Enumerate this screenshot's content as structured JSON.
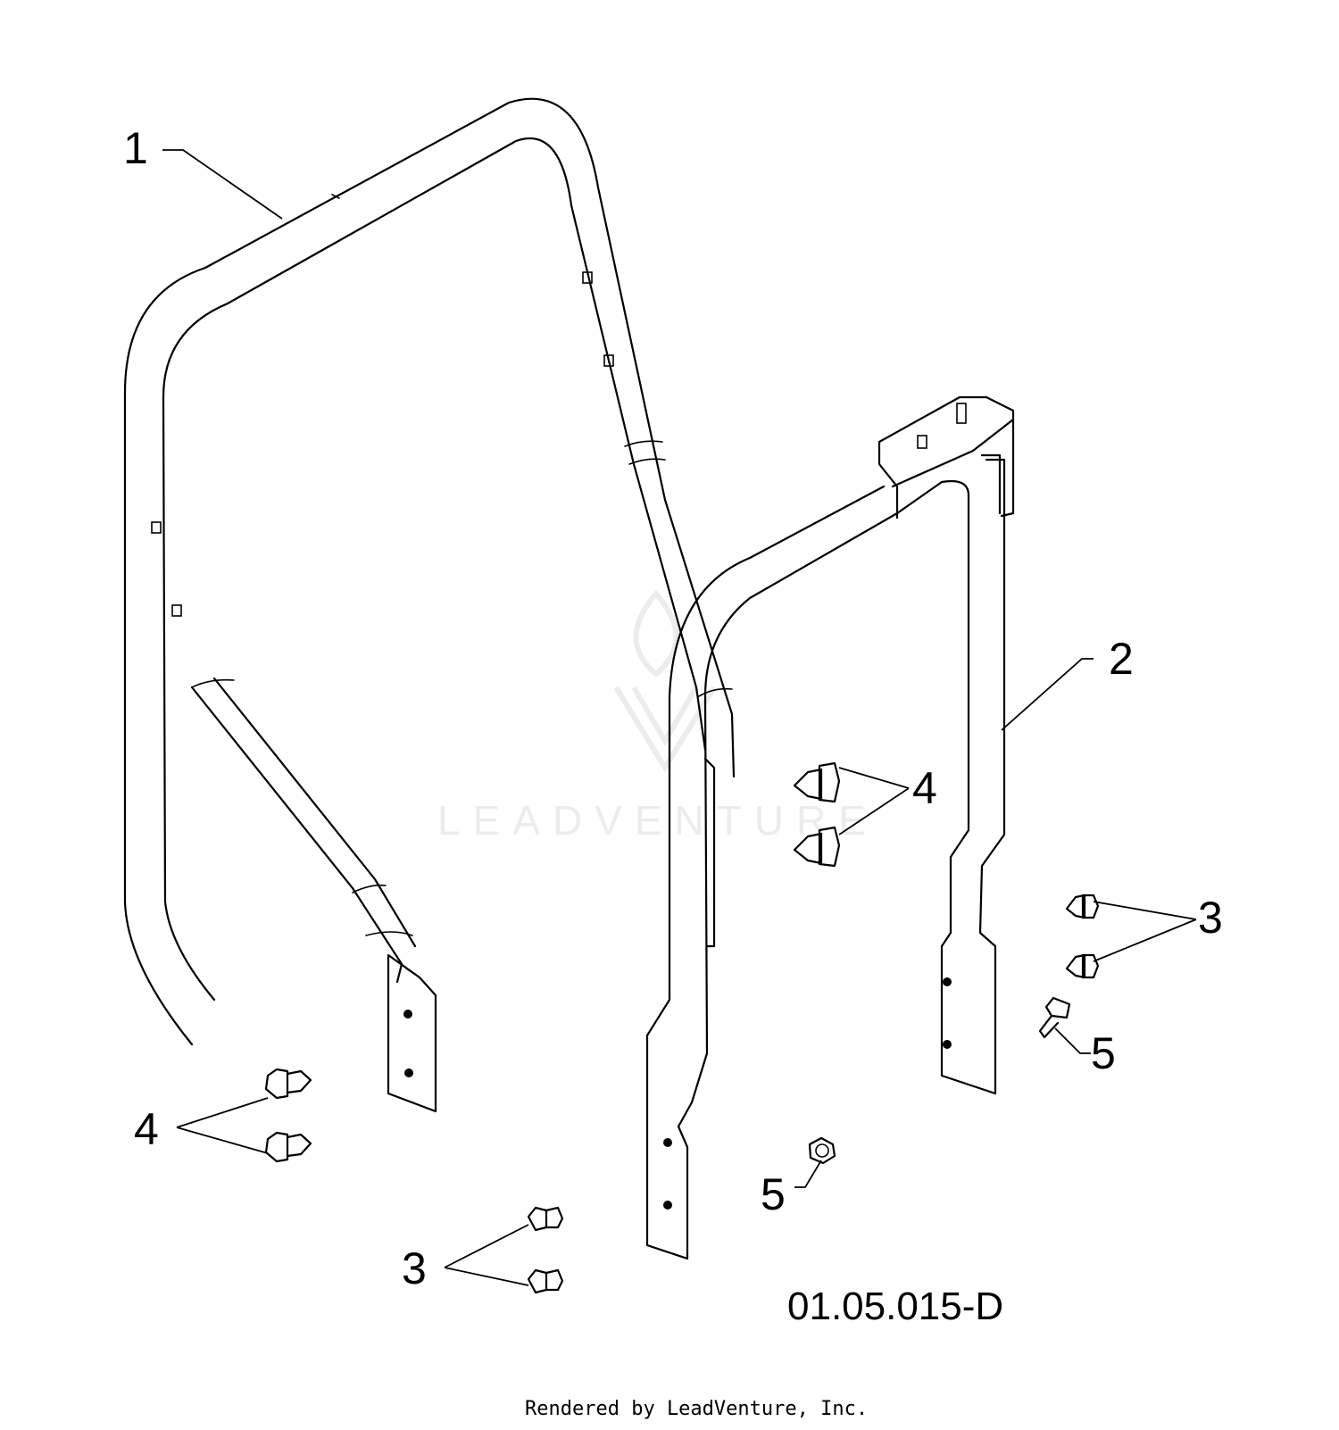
{
  "watermark": {
    "text": "LEADVENTURE",
    "icon": "flame-v-logo-icon"
  },
  "callouts": {
    "part_1": "1",
    "part_2": "2",
    "part_3_right": "3",
    "part_3_left": "3",
    "part_4_center": "4",
    "part_4_left": "4",
    "part_5_right": "5",
    "part_5_center": "5"
  },
  "diagram_code": "01.05.015-D",
  "footer_credit": "Rendered by LeadVenture, Inc."
}
